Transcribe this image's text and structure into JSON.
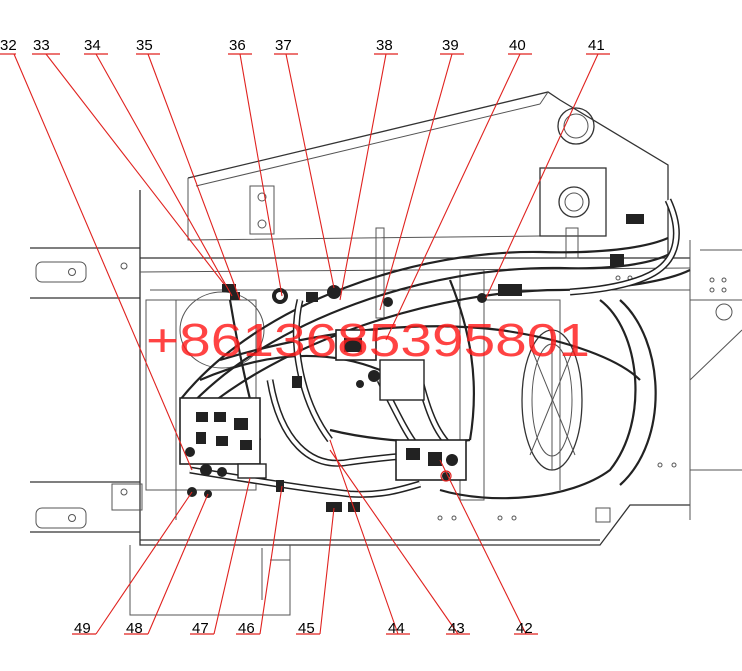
{
  "watermark": "+8613685395801",
  "callouts_top": [
    {
      "num": "32"
    },
    {
      "num": "33"
    },
    {
      "num": "34"
    },
    {
      "num": "35"
    },
    {
      "num": "36"
    },
    {
      "num": "37"
    },
    {
      "num": "38"
    },
    {
      "num": "39"
    },
    {
      "num": "40"
    },
    {
      "num": "41"
    }
  ],
  "callouts_bottom": [
    {
      "num": "49"
    },
    {
      "num": "48"
    },
    {
      "num": "47"
    },
    {
      "num": "46"
    },
    {
      "num": "45"
    },
    {
      "num": "44"
    },
    {
      "num": "43"
    },
    {
      "num": "42"
    }
  ],
  "colors": {
    "leader": "#e0221f",
    "watermark": "#ff1a1a",
    "drawing": "#222222"
  }
}
